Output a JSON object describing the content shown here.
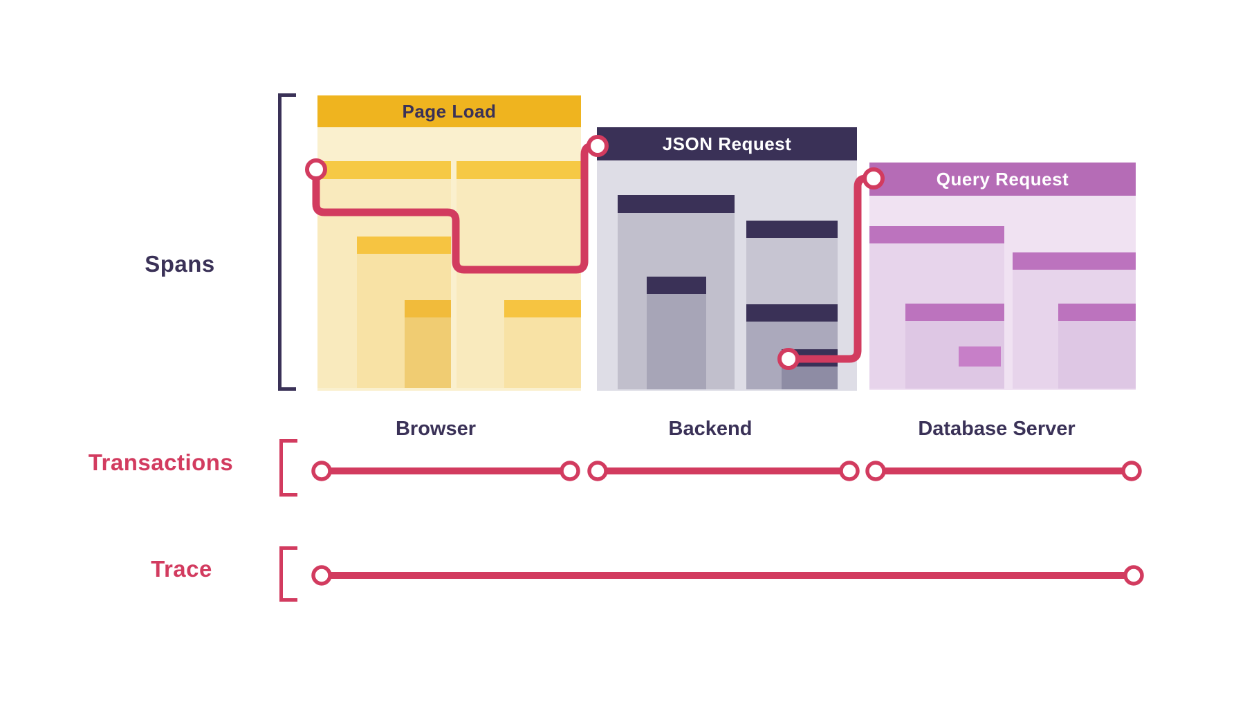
{
  "title_labels": {
    "spans": "Spans",
    "transactions": "Transactions",
    "trace": "Trace"
  },
  "blocks": [
    {
      "title": "Page Load",
      "source": "Browser",
      "theme": "yellow"
    },
    {
      "title": "JSON Request",
      "source": "Backend",
      "theme": "navy"
    },
    {
      "title": "Query Request",
      "source": "Database Server",
      "theme": "purple"
    }
  ],
  "colors": {
    "navy": "#3A3157",
    "red": "#D23B5F",
    "yellow_header": "#EFB41F",
    "yellow_bar": "#F6C945",
    "yellow_body": "#FAF0CE",
    "gray_body": "#DEDDE6",
    "purple_header": "#B56CB6",
    "purple_bar": "#BC73BE",
    "purple_body": "#F0E2F2",
    "background": "#FFFFFF"
  }
}
